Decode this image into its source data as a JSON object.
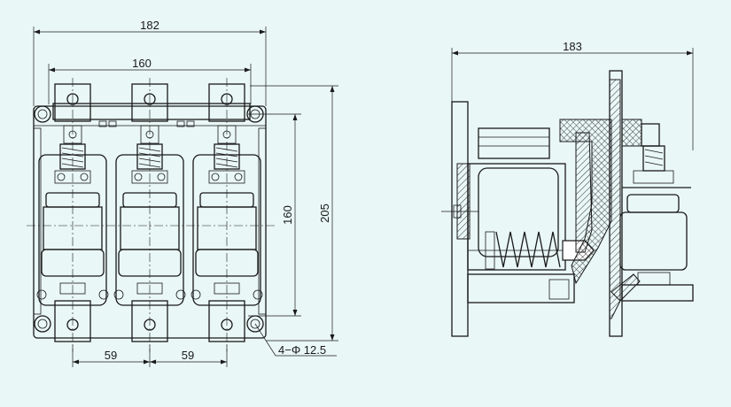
{
  "front_view": {
    "dim_overall_width": "182",
    "dim_terminal_span": "160",
    "dim_height_mid": "160",
    "dim_height_total": "205",
    "dim_pitch_left": "59",
    "dim_pitch_right": "59",
    "dim_holes": "4−Φ 12.5"
  },
  "side_view": {
    "dim_depth": "183"
  }
}
